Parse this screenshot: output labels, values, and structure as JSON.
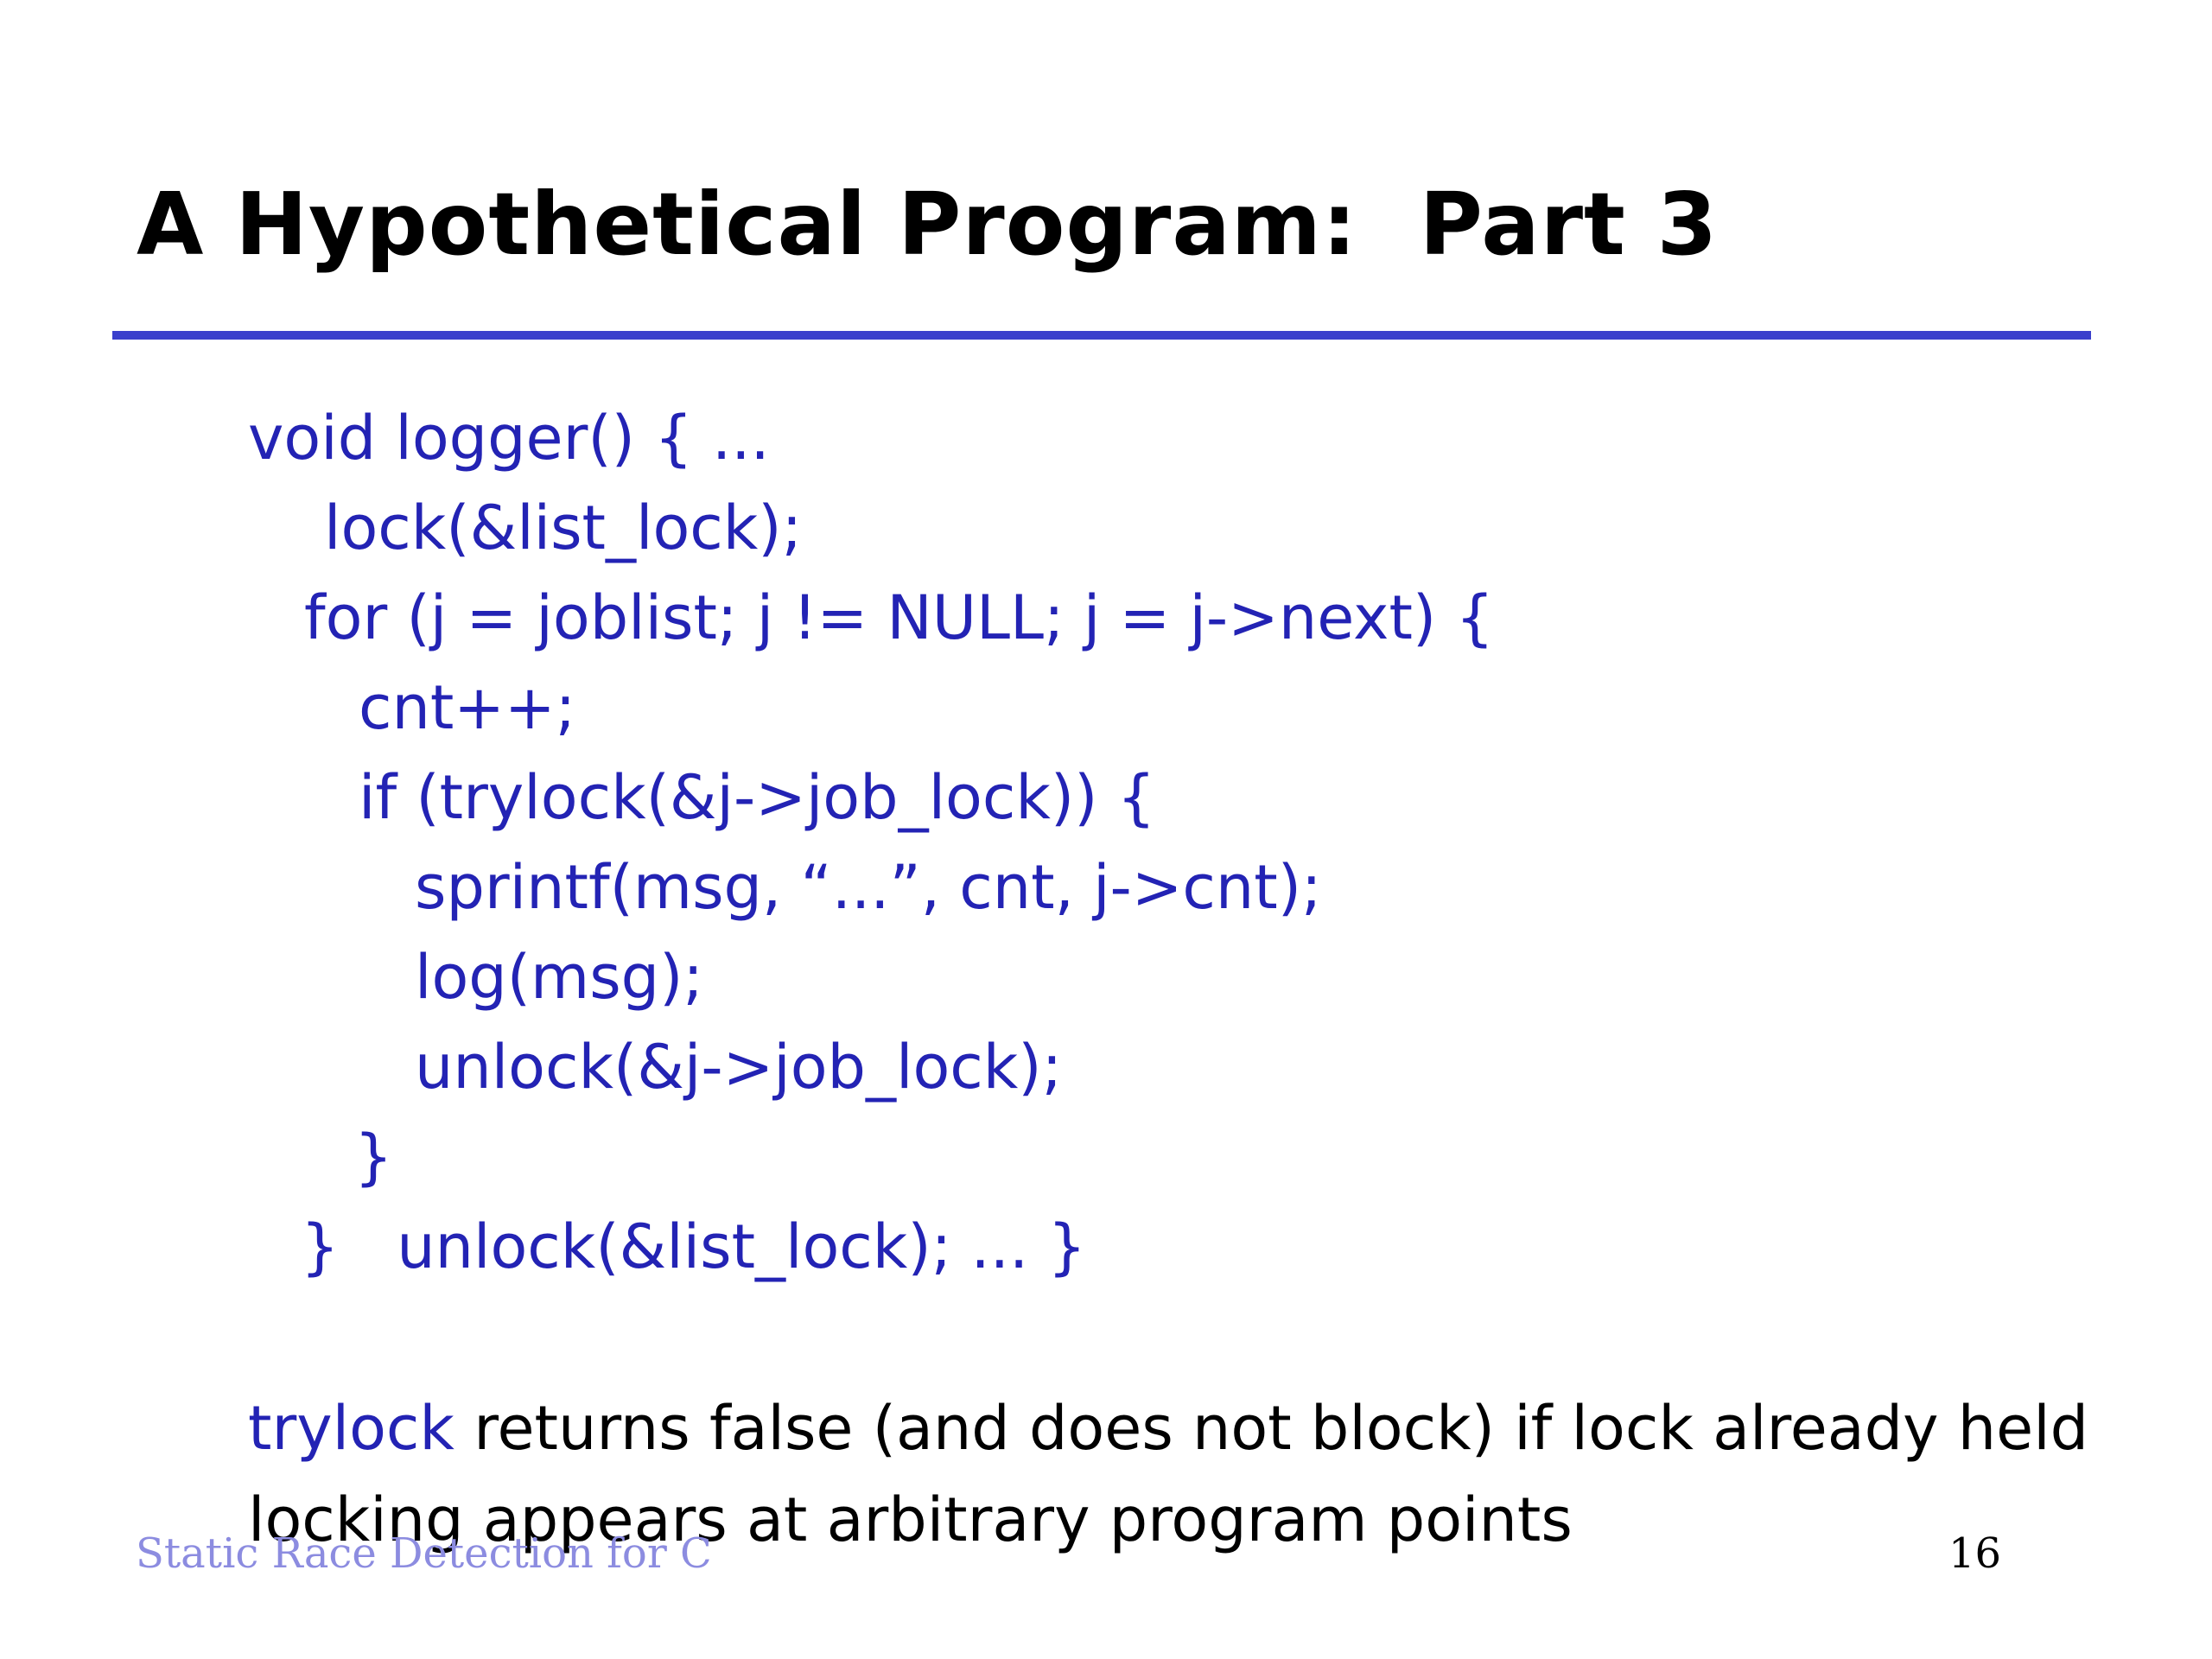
{
  "slide": {
    "title": "A Hypothetical Program:  Part 3",
    "code_lines": [
      "void logger() { ...",
      "lock(&list_lock);",
      "for (j = joblist; j != NULL; j = j->next) {",
      "cnt++;",
      "if (trylock(&j->job_lock)) {",
      "sprintf(msg, “...”, cnt, j->cnt);",
      "log(msg);",
      "unlock(&j->job_lock);",
      "}",
      "}   unlock(&list_lock); ... }"
    ],
    "notes": {
      "line1_keyword": "trylock",
      "line1_rest": " returns false (and does not block) if lock already held",
      "line2": "locking appears at arbitrary program points"
    },
    "footer": {
      "left": "Static Race Detection for C",
      "page_number": "16"
    },
    "colors": {
      "code_text": "#2323b4",
      "title_rule": "#3a3fcc",
      "footer_left": "#8c8ce0"
    }
  }
}
